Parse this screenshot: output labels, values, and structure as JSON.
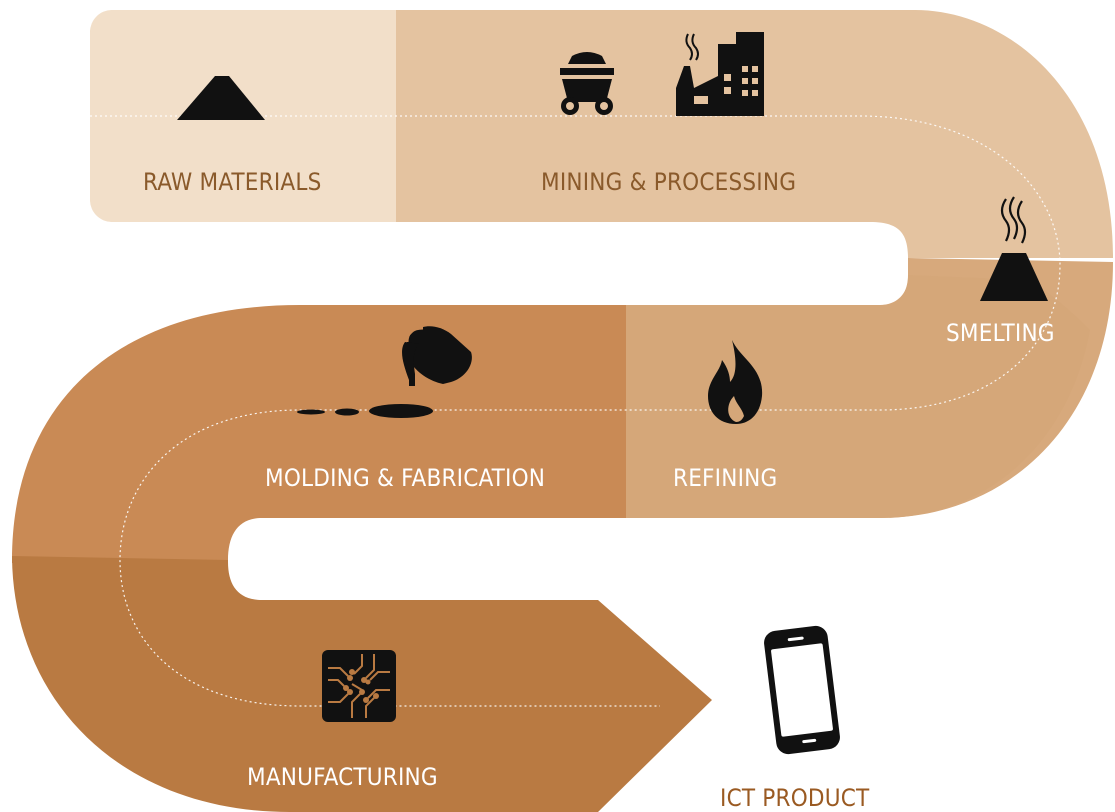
{
  "diagram": {
    "stages": [
      {
        "id": "raw",
        "label": "RAW MATERIALS",
        "icon": "mountain-icon",
        "color": "#f2dfc9"
      },
      {
        "id": "mining",
        "label": "MINING  & PROCESSING",
        "icon": "mine-cart-and-factory-icons",
        "color": "#e4c3a0"
      },
      {
        "id": "smelting",
        "label": "SMELTING",
        "icon": "smelter-icon",
        "color": "#d7a97c"
      },
      {
        "id": "refining",
        "label": "REFINING",
        "icon": "flame-icon",
        "color": "#d5a779"
      },
      {
        "id": "molding",
        "label": "MOLDING & FABRICATION",
        "icon": "pouring-bucket-icon",
        "color": "#c98a55"
      },
      {
        "id": "manufacturing",
        "label": "MANUFACTURING",
        "icon": "circuit-chip-icon",
        "color": "#b97a42"
      },
      {
        "id": "product",
        "label": "ICT PRODUCT",
        "icon": "smartphone-icon",
        "color": "#9a5a22"
      }
    ]
  }
}
